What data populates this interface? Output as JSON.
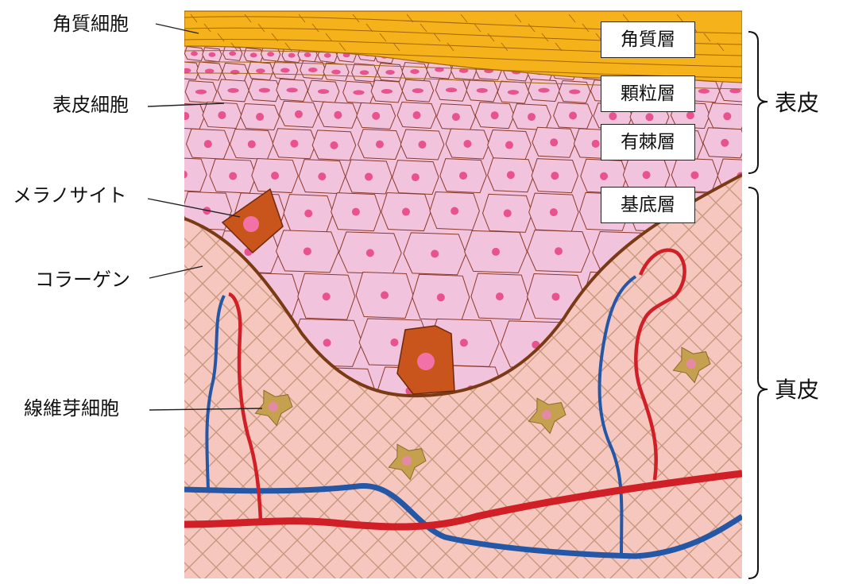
{
  "labels": {
    "stratum_corneum_cell": "角質細胞",
    "keratinocyte": "表皮細胞",
    "melanocyte": "メラノサイト",
    "collagen": "コラーゲン",
    "fibroblast": "線維芽細胞"
  },
  "layers": {
    "stratum_corneum": "角質層",
    "stratum_granulosum": "顆粒層",
    "stratum_spinosum": "有棘層",
    "stratum_basale": "基底層"
  },
  "regions": {
    "epidermis": "表皮",
    "dermis": "真皮"
  },
  "colors": {
    "corneum": "#f5b21b",
    "corneum_line": "#a0640a",
    "epidermis_cell": "#f2c3dc",
    "nucleus": "#e8528f",
    "dermis": "#f6c7be",
    "collagen": "#c9987e",
    "melanocyte": "#c9541c",
    "artery": "#d01f26",
    "vein": "#2457a6",
    "fibroblast": "#c5a04f",
    "boundary": "#7a3a14"
  }
}
